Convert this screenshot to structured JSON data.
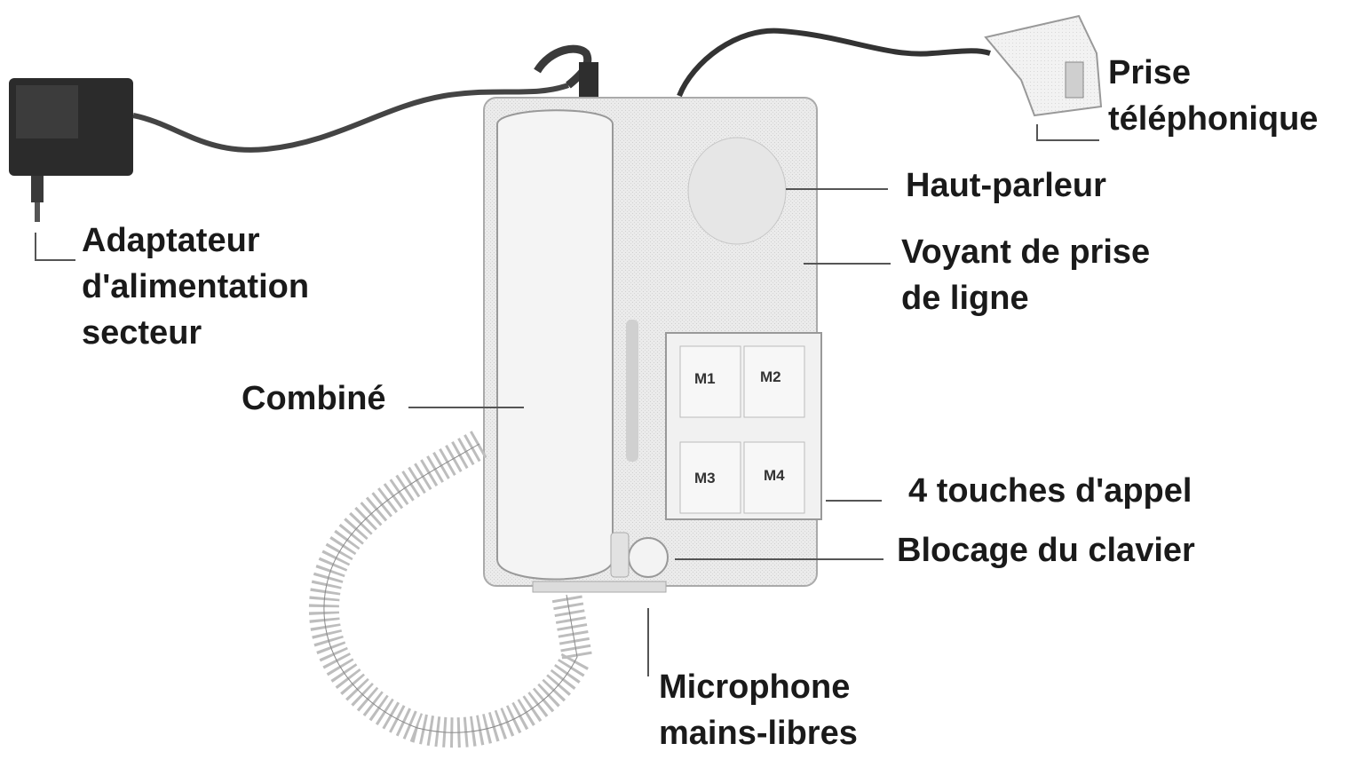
{
  "labels": {
    "prise": [
      "Prise",
      "téléphonique"
    ],
    "haut_parleur": "Haut-parleur",
    "voyant": [
      "Voyant de prise",
      "de ligne"
    ],
    "adaptateur": [
      "Adaptateur",
      "d'alimentation",
      "secteur"
    ],
    "combine": "Combiné",
    "touches": "4 touches d'appel",
    "blocage": "Blocage du clavier",
    "microphone": [
      "Microphone",
      "mains-libres"
    ]
  },
  "keys": [
    "M1",
    "M2",
    "M3",
    "M4"
  ],
  "colors": {
    "ink": "#1a1a1a",
    "body": "#e9e9e9",
    "adapter": "#2b2b2b"
  }
}
